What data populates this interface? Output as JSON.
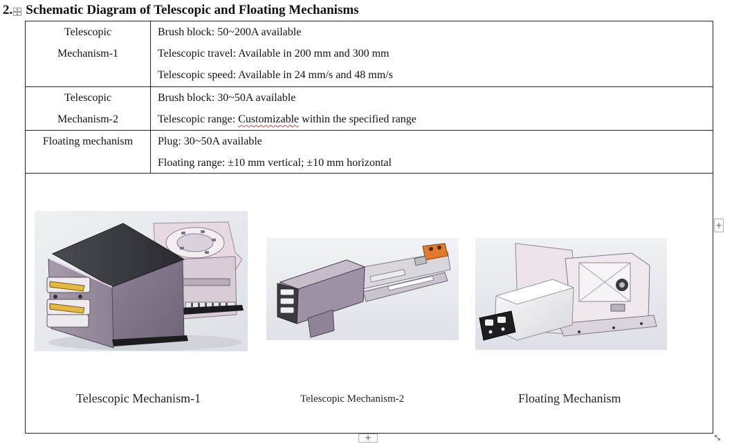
{
  "heading": {
    "number": "2.",
    "title": "Schematic Diagram of Telescopic and Floating Mechanisms"
  },
  "table": {
    "rows": [
      {
        "label_lines": [
          "Telescopic",
          "Mechanism-1"
        ],
        "specs": [
          "Brush block: 50~200A available",
          "Telescopic travel: Available in 200 mm and 300 mm",
          "Telescopic speed: Available in 24 mm/s and 48 mm/s"
        ]
      },
      {
        "label_lines": [
          "Telescopic",
          "Mechanism-2"
        ],
        "specs_pre": "Telescopic range: ",
        "specs_marked": "Customizable",
        "specs_post": " within the specified range",
        "specs": [
          "Brush block: 30~50A available"
        ]
      },
      {
        "label_lines": [
          "Floating mechanism"
        ],
        "specs": [
          "Plug: 30~50A available",
          "Floating range: ±10 mm vertical; ±10 mm horizontal"
        ]
      }
    ]
  },
  "figures": {
    "captions": [
      "Telescopic Mechanism-1",
      "Telescopic Mechanism-2",
      "Floating Mechanism"
    ]
  },
  "controls": {
    "table_move_icon": "move-cross-icon",
    "add_column_label": "+",
    "add_row_label": "+",
    "resize_icon": "resize-corner-icon"
  }
}
